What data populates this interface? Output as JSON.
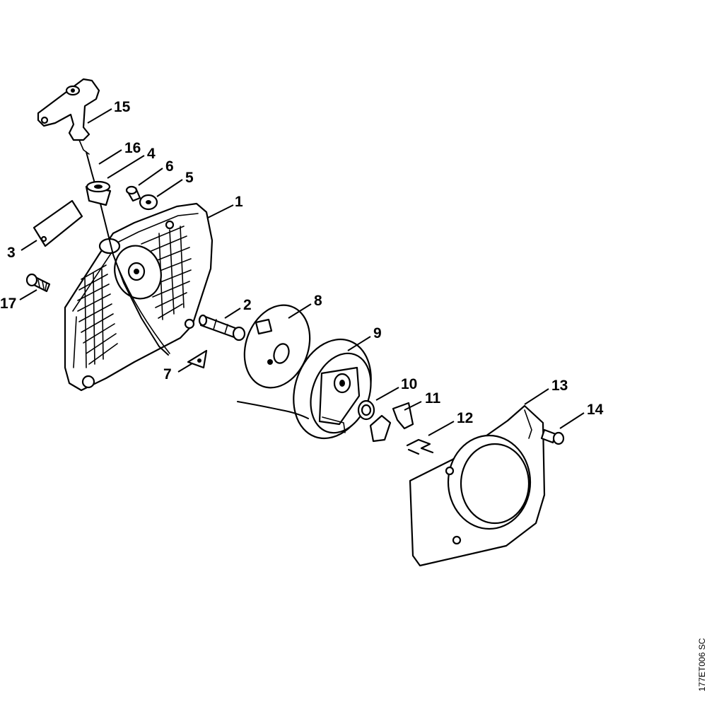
{
  "diagram": {
    "drawing_code": "177ET006 SC",
    "callouts": {
      "c1": "1",
      "c2": "2",
      "c3": "3",
      "c4": "4",
      "c5": "5",
      "c6": "6",
      "c7": "7",
      "c8": "8",
      "c9": "9",
      "c10": "10",
      "c11": "11",
      "c12": "12",
      "c13": "13",
      "c14": "14",
      "c15": "15",
      "c16": "16",
      "c17": "17"
    }
  }
}
